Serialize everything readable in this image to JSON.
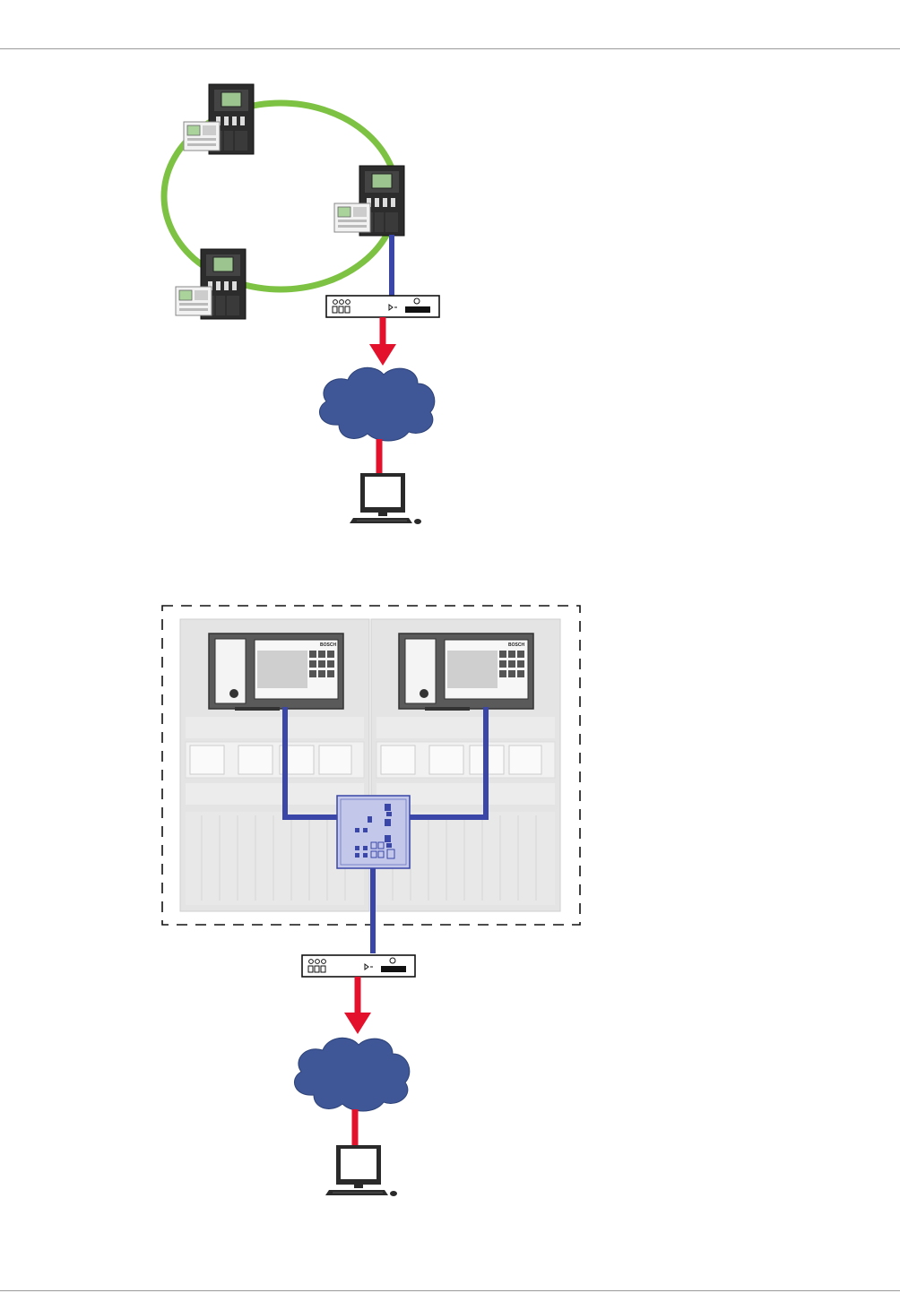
{
  "page": {
    "header_rule": true,
    "footer_rule": true
  },
  "figure_1": {
    "panels": [
      "fire-panel-top",
      "fire-panel-right",
      "fire-panel-bottom"
    ],
    "ring_color": "#7dc242",
    "link_colors": {
      "lan": "#3a46a8",
      "wan": "#e3112c"
    },
    "cloud_color": "#3f5797"
  },
  "figure_2": {
    "cabinets": [
      "panel-cabinet-left",
      "panel-cabinet-right"
    ],
    "panel_brand": "BOSCH",
    "link_colors": {
      "lan": "#3a46a8",
      "wan": "#e3112c"
    },
    "cloud_color": "#3f5797",
    "boundary": "dashed"
  },
  "icons": [
    "fire-panel-icon",
    "router-icon",
    "cloud-icon",
    "computer-icon",
    "ethernet-switch-icon"
  ]
}
